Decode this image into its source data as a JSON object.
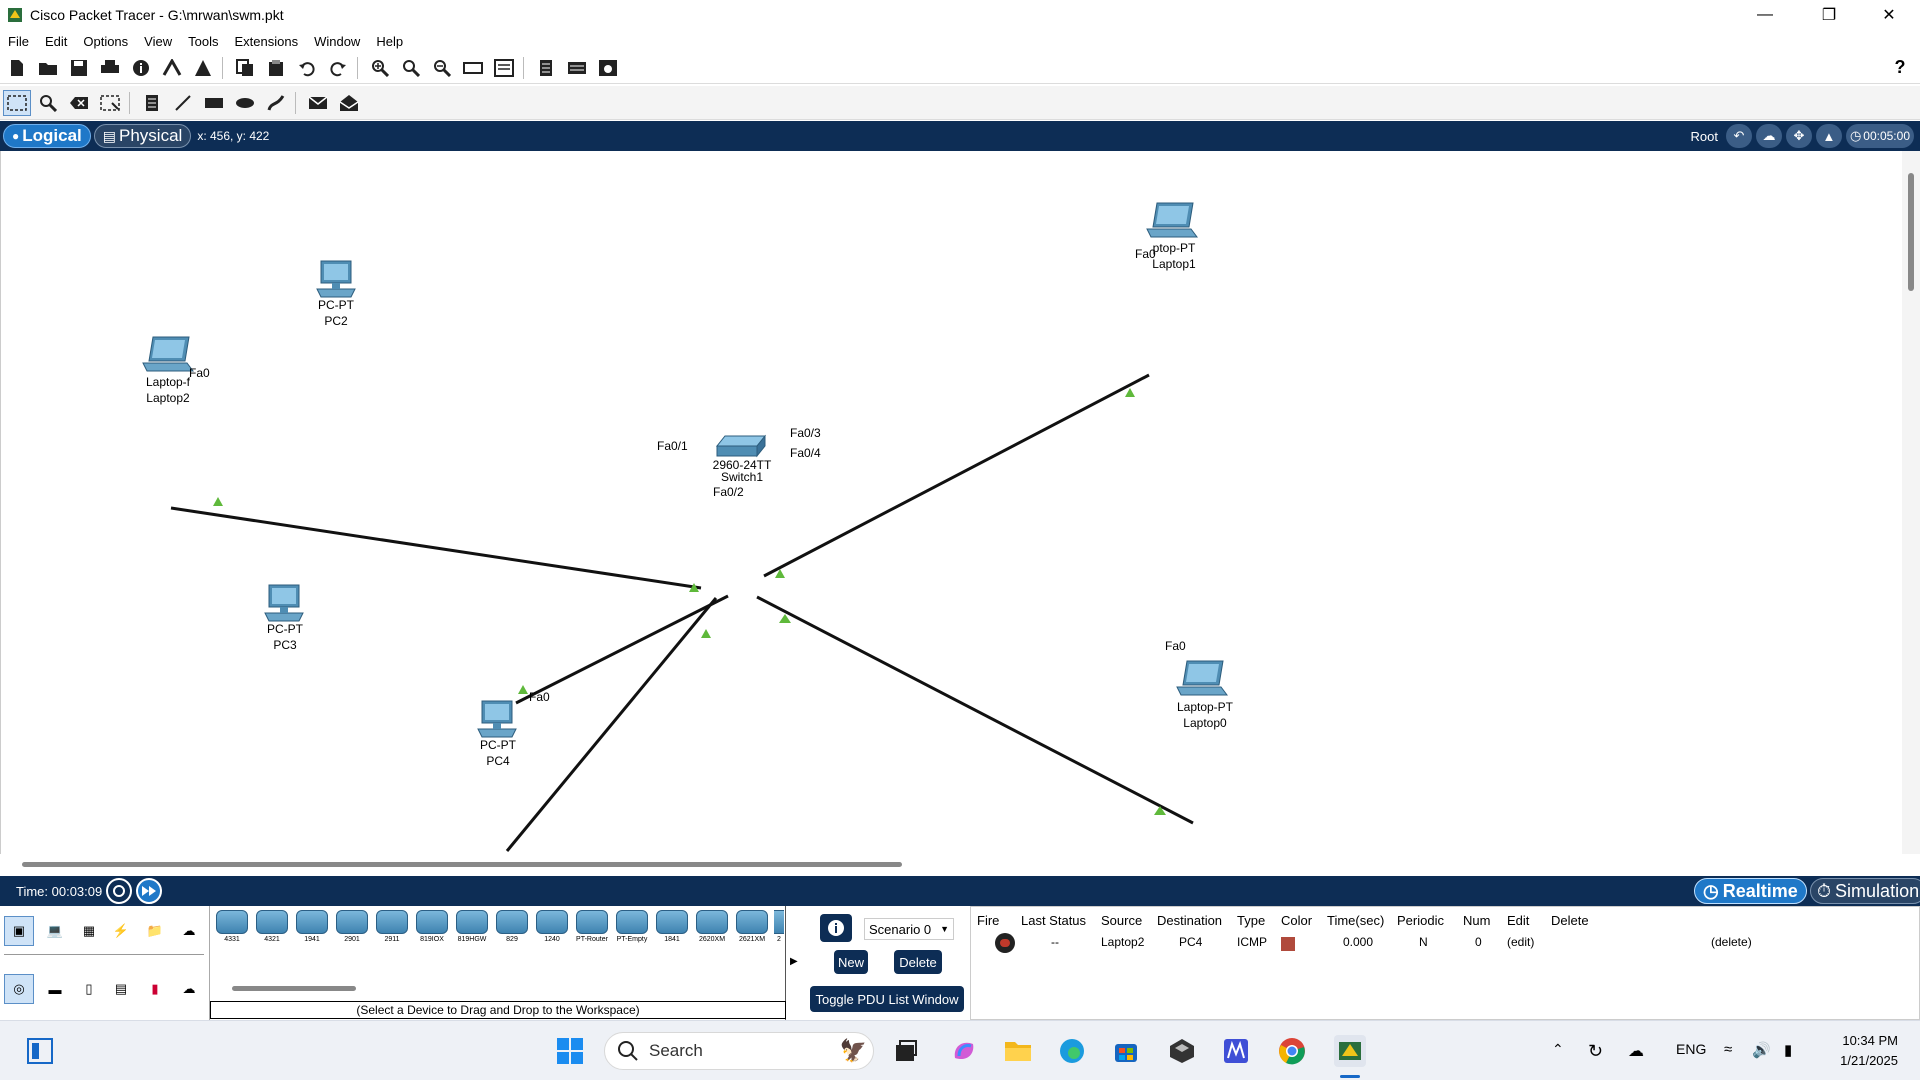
{
  "window": {
    "title": "Cisco Packet Tracer - G:\\mrwan\\swm.pkt"
  },
  "menu": [
    "File",
    "Edit",
    "Options",
    "View",
    "Tools",
    "Extensions",
    "Window",
    "Help"
  ],
  "nav": {
    "logical": "Logical",
    "physical": "Physical",
    "coords": "x: 456, y: 422",
    "root": "Root",
    "clock": "00:05:00"
  },
  "devices": [
    {
      "type": "laptop",
      "model": "Laptop-PT",
      "name": "Laptop2",
      "model_shown": "Laptop-f"
    },
    {
      "type": "pc",
      "model": "PC-PT",
      "name": "PC2"
    },
    {
      "type": "pc",
      "model": "PC-PT",
      "name": "PC3"
    },
    {
      "type": "pc",
      "model": "PC-PT",
      "name": "PC4"
    },
    {
      "type": "switch",
      "model": "2960-24TT",
      "name": "Switch1",
      "name_shown": "Switch1"
    },
    {
      "type": "laptop",
      "model": "Laptop-PT",
      "name": "Laptop1",
      "model_shown": "ptop-PT",
      "name_shown": "Laptop1"
    },
    {
      "type": "laptop",
      "model": "Laptop-PT",
      "name": "Laptop0"
    }
  ],
  "ports": {
    "laptop2_fa0": "Fa0",
    "switch_fa01": "Fa0/1",
    "switch_fa02": "Fa0/2",
    "switch_fa03": "Fa0/3",
    "switch_fa04": "Fa0/4",
    "pc4_fa0": "Fa0",
    "laptop1_fa0": "Fa0",
    "laptop0_fa0": "Fa0"
  },
  "sim": {
    "time": "Time: 00:03:09",
    "realtime": "Realtime",
    "simulation": "Simulation"
  },
  "device_list": [
    "4331",
    "4321",
    "1941",
    "2901",
    "2911",
    "819IOX",
    "819HGW",
    "829",
    "1240",
    "PT-Router",
    "PT-Empty",
    "1841",
    "2620XM",
    "2621XM",
    "2"
  ],
  "device_hint": "(Select a Device to Drag and Drop to the Workspace)",
  "scenario": {
    "selected": "Scenario 0",
    "new": "New",
    "delete": "Delete",
    "toggle": "Toggle PDU List Window"
  },
  "pdu_table": {
    "headers": [
      "Fire",
      "Last Status",
      "Source",
      "Destination",
      "Type",
      "Color",
      "Time(sec)",
      "Periodic",
      "Num",
      "Edit",
      "Delete"
    ],
    "rows": [
      {
        "last_status": "--",
        "source": "Laptop2",
        "destination": "PC4",
        "type": "ICMP",
        "color": "#b04a3c",
        "time": "0.000",
        "periodic": "N",
        "num": "0",
        "edit": "(edit)",
        "delete": "(delete)"
      }
    ]
  },
  "taskbar": {
    "search": "Search",
    "lang": "ENG",
    "time": "10:34 PM",
    "date": "1/21/2025"
  },
  "colors": {
    "nav_bg": "#0d2d55",
    "accent": "#1f78c8",
    "link_ok": "#5fb93b"
  }
}
